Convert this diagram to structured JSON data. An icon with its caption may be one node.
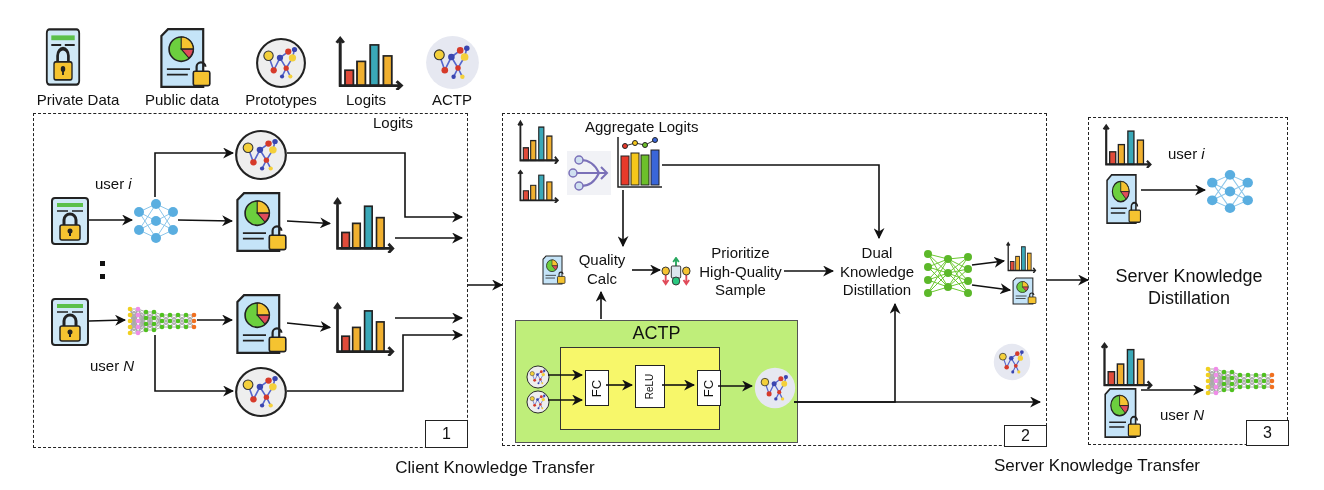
{
  "diagram": {
    "nodes": [
      {
        "text": [],
        "shape": "box"
      },
      {
        "text": [],
        "shape": "picture",
        "in": 0
      },
      {
        "text": [],
        "shape": "picture",
        "in": 0
      },
      {
        "text": [],
        "shape": "picture",
        "in": 0,
        "beside": [
          "user *i*"
        ]
      },
      {
        "text": [],
        "shape": "picture",
        "in": 0
      },
      {
        "text": [],
        "shape": "picture",
        "in": 0
      },
      {
        "text": [],
        "shape": "picture",
        "in": 0
      },
      {
        "text": [],
        "shape": "picture",
        "in": 0,
        "beside": [
          "user *N*"
        ]
      },
      {
        "text": [],
        "shape": "picture",
        "in": 0
      },
      {
        "text": [],
        "shape": "picture",
        "in": 0
      },
      {
        "text": [],
        "shape": "picture",
        "in": 0
      },
      {
        "text": [
          "1"
        ],
        "in": 0
      },
      {
        "text": [],
        "shape": "box"
      },
      {
        "text": [],
        "shape": "picture",
        "in": 12
      },
      {
        "text": [],
        "shape": "picture",
        "in": 12
      },
      {
        "text": [],
        "shape": "picture",
        "in": 12
      },
      {
        "text": [],
        "shape": "picture",
        "in": 12,
        "beside": [
          "Aggregate Logits"
        ]
      },
      {
        "text": [
          "Quality Calc"
        ],
        "in": 12
      },
      {
        "text": [
          "Prioritize High-Quality Sample"
        ],
        "in": 12
      },
      {
        "text": [
          "Dual Knowledge Distillation"
        ],
        "in": 12
      },
      {
        "text": [],
        "shape": "picture",
        "in": 12
      },
      {
        "text": [],
        "shape": "picture",
        "in": 12
      },
      {
        "text": [],
        "shape": "picture",
        "in": 12
      },
      {
        "text": [
          "ACTP"
        ],
        "in": 12
      },
      {
        "text": [],
        "shape": "box",
        "in": 23
      },
      {
        "text": [],
        "shape": "picture",
        "in": 23
      },
      {
        "text": [],
        "shape": "picture",
        "in": 23
      },
      {
        "text": [
          "FC"
        ],
        "in": 24
      },
      {
        "text": [
          "ReLU"
        ],
        "in": 24
      },
      {
        "text": [
          "FC"
        ],
        "in": 24
      },
      {
        "text": [],
        "shape": "picture",
        "in": 23
      },
      {
        "text": [],
        "shape": "picture",
        "in": 12
      },
      {
        "text": [
          "2"
        ],
        "in": 12
      },
      {
        "text": [],
        "shape": "box"
      },
      {
        "text": [],
        "shape": "picture",
        "in": 33
      },
      {
        "text": [],
        "shape": "picture",
        "in": 33
      },
      {
        "text": [],
        "shape": "picture",
        "in": 33,
        "beside": [
          "user *i*"
        ]
      },
      {
        "text": [
          "Server Knowledge Distillation"
        ],
        "in": 33
      },
      {
        "text": [],
        "shape": "picture",
        "in": 33
      },
      {
        "text": [],
        "shape": "picture",
        "in": 33
      },
      {
        "text": [],
        "shape": "picture",
        "in": 33,
        "beside": [
          "user *N*"
        ]
      },
      {
        "text": [
          "3"
        ],
        "in": 33
      }
    ],
    "edges": [
      {
        "from": 2,
        "to": 3,
        "arrow": "to"
      },
      {
        "from": 3,
        "to": 1,
        "arrow": "to"
      },
      {
        "from": 3,
        "to": 4,
        "arrow": "to"
      },
      {
        "from": 4,
        "to": 5,
        "arrow": "to"
      },
      {
        "from": 1,
        "to": null,
        "arrow": "to"
      },
      {
        "from": 5,
        "to": null,
        "arrow": "to"
      },
      {
        "from": 6,
        "to": 7,
        "arrow": "to"
      },
      {
        "from": 7,
        "to": 8,
        "arrow": "to"
      },
      {
        "from": 8,
        "to": 9,
        "arrow": "to"
      },
      {
        "from": 9,
        "to": null,
        "arrow": "to"
      },
      {
        "from": 10,
        "to": null,
        "arrow": "to"
      },
      {
        "from": 7,
        "to": 10,
        "arrow": "to"
      },
      {
        "from": 0,
        "to": 12,
        "arrow": "to"
      },
      {
        "from": 16,
        "to": 17,
        "arrow": "to"
      },
      {
        "from": 16,
        "to": 19,
        "arrow": "to"
      },
      {
        "from": 17,
        "to": 18,
        "arrow": "to"
      },
      {
        "from": 18,
        "to": 19,
        "arrow": "to"
      },
      {
        "from": 20,
        "to": 21,
        "arrow": "to"
      },
      {
        "from": 20,
        "to": 22,
        "arrow": "to"
      },
      {
        "from": 23,
        "to": 17,
        "arrow": "to"
      },
      {
        "from": 25,
        "to": 27,
        "arrow": "to"
      },
      {
        "from": 26,
        "to": 27,
        "arrow": "to"
      },
      {
        "from": 27,
        "to": 28,
        "arrow": "to"
      },
      {
        "from": 28,
        "to": 29,
        "arrow": "to"
      },
      {
        "from": 29,
        "to": 30,
        "arrow": "to"
      },
      {
        "from": 30,
        "to": 19,
        "arrow": "to"
      },
      {
        "from": 30,
        "to": null,
        "arrow": "to"
      },
      {
        "from": 12,
        "to": 33,
        "arrow": "to"
      },
      {
        "from": 35,
        "to": 36,
        "arrow": "to"
      },
      {
        "from": 39,
        "to": 40,
        "arrow": "to"
      }
    ],
    "labels": [
      "Logits",
      "Client Knowledge Transfer",
      "Server Knowledge Transfer"
    ],
    "legend": [
      {
        "text": "Private Data"
      },
      {
        "text": "Public data"
      },
      {
        "text": "Prototypes"
      },
      {
        "text": "Logits"
      },
      {
        "text": "ACTP"
      }
    ]
  }
}
